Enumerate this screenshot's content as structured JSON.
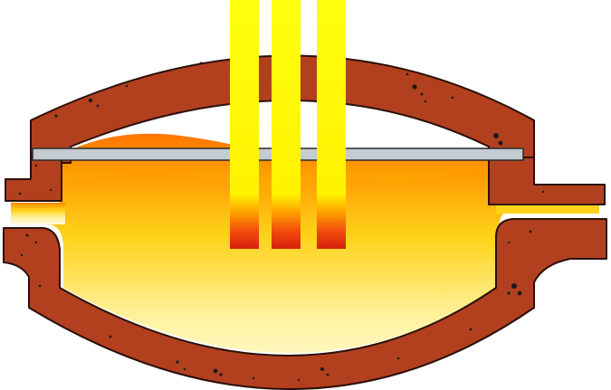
{
  "diagram": {
    "components": [
      {
        "id": "furnace-shell",
        "kind": "refractory-shell"
      },
      {
        "id": "furnace-roof",
        "kind": "arched-roof"
      },
      {
        "id": "molten-bath",
        "kind": "molten-metal"
      },
      {
        "id": "electrode-1",
        "kind": "electrode"
      },
      {
        "id": "electrode-2",
        "kind": "electrode"
      },
      {
        "id": "electrode-3",
        "kind": "electrode"
      },
      {
        "id": "support-rod",
        "kind": "horizontal-rod"
      },
      {
        "id": "side-tap-left",
        "kind": "side-opening"
      },
      {
        "id": "side-tap-right",
        "kind": "side-opening"
      }
    ],
    "colors": {
      "refractory": "#b2401f",
      "refractory_outline": "#2b0f08",
      "speckle": "#1a1a1a",
      "bath_hot": "#ff7a00",
      "bath_mid": "#ffd21a",
      "bath_cool": "#fffbe0",
      "electrode_body": "#ffff10",
      "electrode_tip": "#e02a10",
      "rod_fill": "#c4ccd2",
      "rod_outline": "#2a2a2a"
    }
  }
}
